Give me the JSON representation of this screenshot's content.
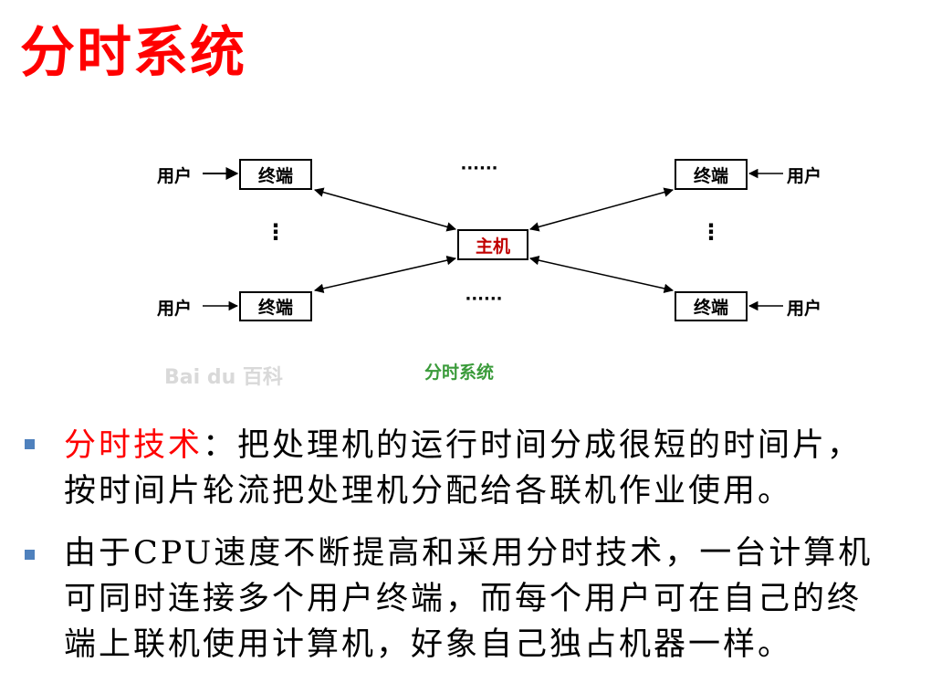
{
  "slide": {
    "title": "分时系统"
  },
  "diagram": {
    "host_label": "主机",
    "terminal_label": "终端",
    "user_label": "用户",
    "ellipsis": "······",
    "vertical_ellipsis": "⋮",
    "caption": "分时系统",
    "watermark": "Bai du 百科",
    "colors": {
      "host_text": "#c00000",
      "caption_text": "#3a9b3a",
      "box_border": "#000000"
    }
  },
  "bullets": [
    {
      "term": "分时技术",
      "line1_rest": "：把处理机的运行时间分成很短的时间片，",
      "line2": "按时间片轮流把处理机分配给各联机作业使用。"
    },
    {
      "line1": "由于CPU速度不断提高和采用分时技术，一台计算机",
      "line2": "可同时连接多个用户终端，而每个用户可在自己的终",
      "line3": "端上联机使用计算机，好象自己独占机器一样。"
    }
  ],
  "colors": {
    "title": "#ff0000",
    "term": "#ff0000",
    "bullet_marker": "#4f81bd"
  }
}
